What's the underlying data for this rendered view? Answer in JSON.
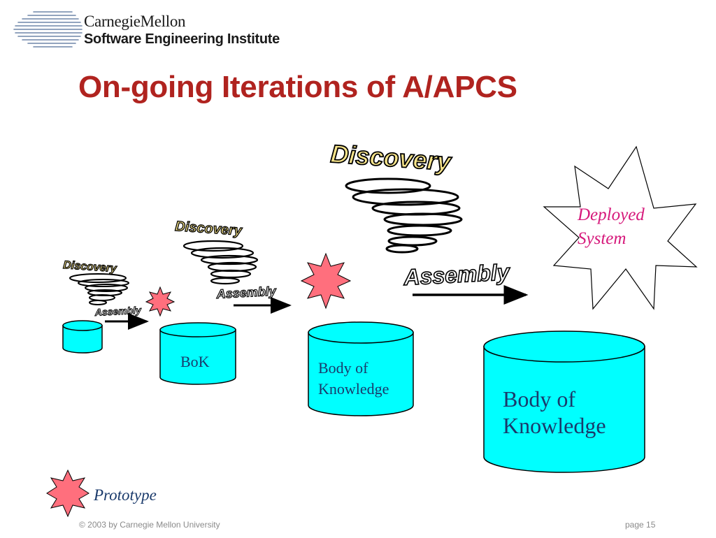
{
  "header": {
    "org_name": "CarnegieMellon",
    "institute_name": "Software Engineering Institute"
  },
  "slide": {
    "title": "On-going Iterations of A/APCS"
  },
  "diagram": {
    "stages": [
      {
        "discovery_label": "Discovery",
        "assembly_label": "Assembly",
        "cylinder_label": ""
      },
      {
        "discovery_label": "Discovery",
        "assembly_label": "Assembly",
        "cylinder_label": "BoK"
      },
      {
        "discovery_label": "Discovery",
        "assembly_label": "Assembly",
        "cylinder_label_line1": "Body of",
        "cylinder_label_line2": "Knowledge"
      },
      {
        "cylinder_label_line1": "Body of",
        "cylinder_label_line2": "Knowledge"
      }
    ],
    "deployed_line1": "Deployed",
    "deployed_line2": "System",
    "legend_label": "Prototype"
  },
  "footer": {
    "copyright": "© 2003 by Carnegie Mellon University",
    "page": "page 15"
  },
  "colors": {
    "title": "#b0231f",
    "cylinder_fill": "#00ffff",
    "prototype_star": "#ff6f7d",
    "deployed_text": "#d6197b"
  }
}
